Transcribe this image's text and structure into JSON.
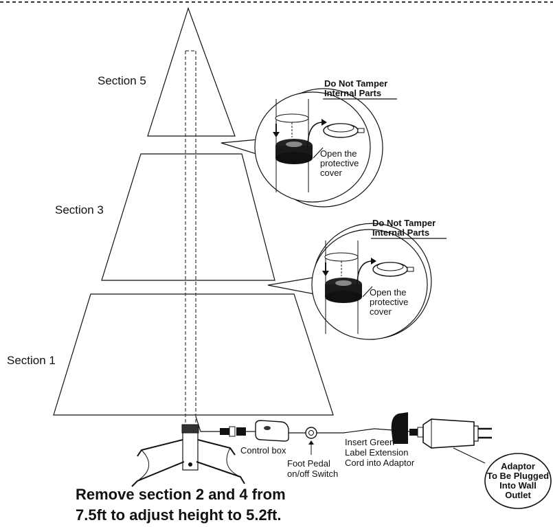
{
  "sections": {
    "top": "Section 5",
    "middle": "Section 3",
    "bottom": "Section 1"
  },
  "callout_upper": {
    "warning_line1": "Do Not Tamper",
    "warning_line2": "Internal Parts",
    "note_line1": "Open the",
    "note_line2": "protective",
    "note_line3": "cover"
  },
  "callout_lower": {
    "warning_line1": "Do Not Tamper",
    "warning_line2": "Internal Parts",
    "note_line1": "Open the",
    "note_line2": "protective",
    "note_line3": "cover"
  },
  "parts": {
    "control_box": "Control box",
    "foot_pedal_line1": "Foot Pedal",
    "foot_pedal_line2": "on/off Switch",
    "insert_line1": "Insert Green",
    "insert_line2": "Label Extension",
    "insert_line3": "Cord into Adaptor",
    "adaptor_line1": "Adaptor",
    "adaptor_line2": "To Be Plugged",
    "adaptor_line3": "Into Wall",
    "adaptor_line4": "Outlet"
  },
  "instruction": {
    "line1": "Remove section 2 and 4 from",
    "line2": "7.5ft to adjust height to 5.2ft."
  }
}
